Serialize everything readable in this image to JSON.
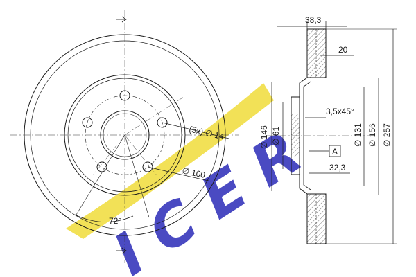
{
  "logo": {
    "text": "ICER",
    "text_color": "#2b2bb8",
    "swoosh_color": "#f0dc3a"
  },
  "front_view": {
    "bolt_holes_label": "(5x) ∅ 14",
    "pcd_label": "∅ 100",
    "angle_label": "72°"
  },
  "section_view": {
    "overall_width_label": "38,3",
    "thickness_label": "20",
    "chamfer_label": "3,5x45°",
    "datum_label": "A",
    "offset_label": "32,3",
    "d146_label": "∅ 146",
    "d61_label": "∅ 61",
    "d131_label": "∅ 131",
    "d156_label": "∅ 156",
    "d257_label": "∅ 257"
  },
  "colors": {
    "line": "#1a1a1a",
    "hatch": "#555555",
    "centerline": "#333333"
  }
}
